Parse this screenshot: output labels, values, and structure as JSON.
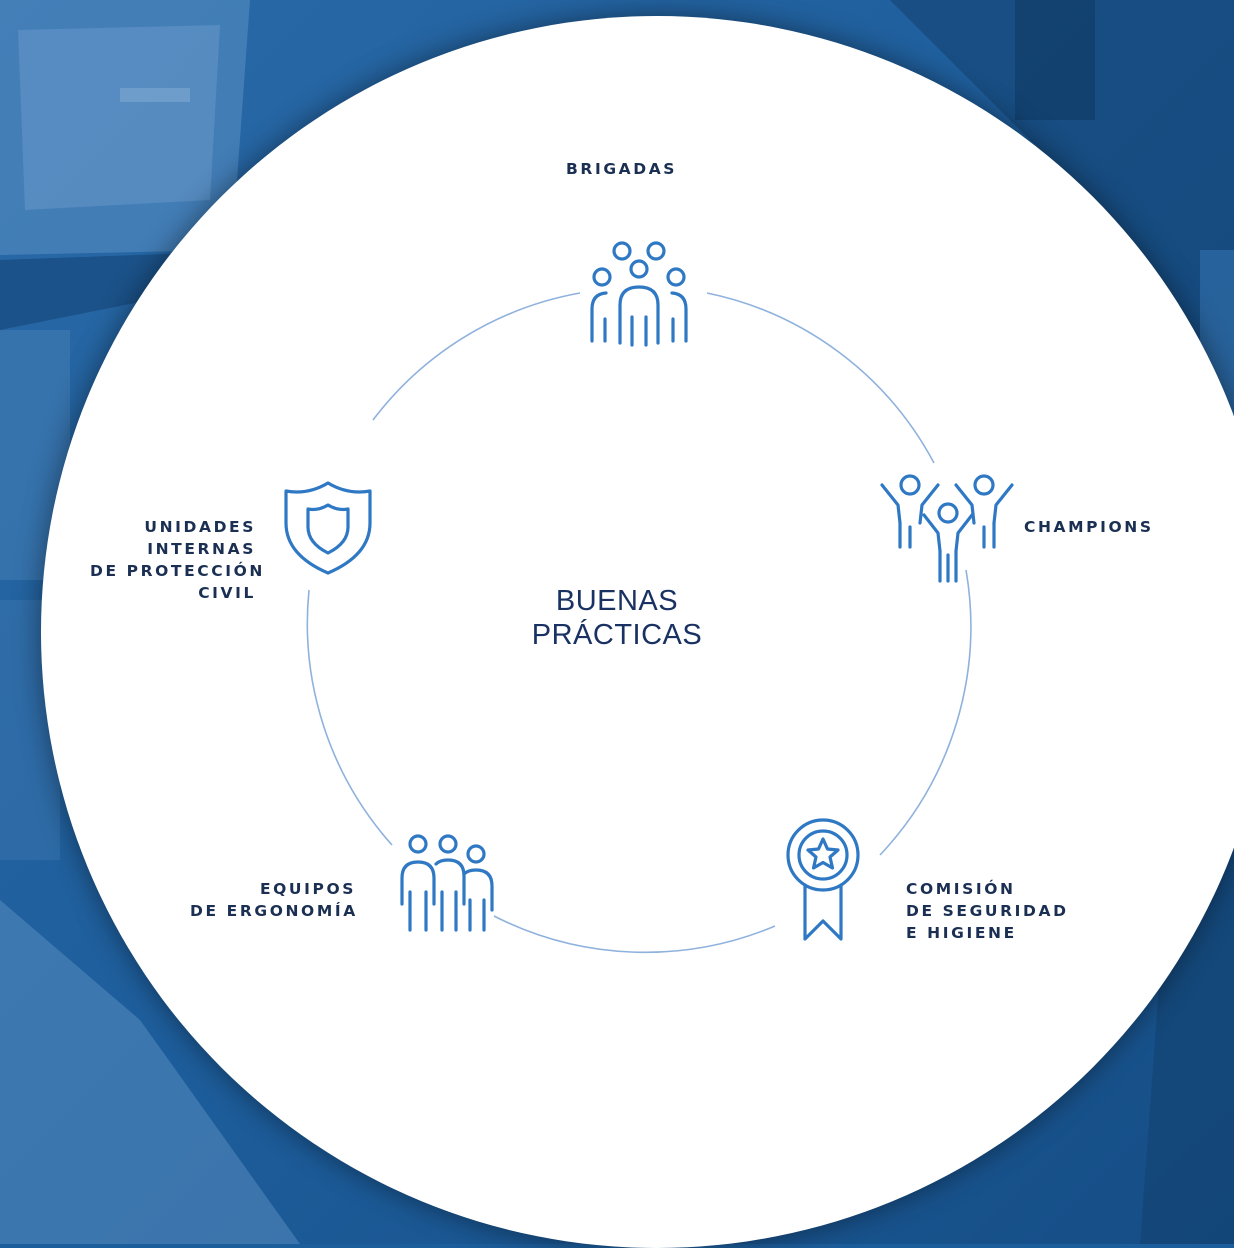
{
  "center": {
    "line1": "BUENAS",
    "line2": "PRÁCTICAS"
  },
  "nodes": {
    "brigadas": {
      "label": "BRIGADAS",
      "icon": "group-people-icon"
    },
    "champions": {
      "label": "CHAMPIONS",
      "icon": "celebrating-people-icon"
    },
    "comision": {
      "lines": [
        "COMISIÓN",
        "DE SEGURIDAD",
        "E HIGIENE"
      ],
      "icon": "award-medal-icon"
    },
    "ergonomia": {
      "lines": [
        "EQUIPOS",
        "DE ERGONOMÍA"
      ],
      "icon": "team-people-icon"
    },
    "unidades": {
      "lines": [
        "UNIDADES",
        "INTERNAS",
        "DE PROTECCIÓN",
        "CIVIL"
      ],
      "icon": "shield-icon"
    }
  },
  "colors": {
    "background": "#1c5e9c",
    "disc": "#ffffff",
    "ring": "#8fb2dd",
    "icon": "#2f78c4",
    "label": "#1a2f52",
    "title": "#1a3263"
  }
}
